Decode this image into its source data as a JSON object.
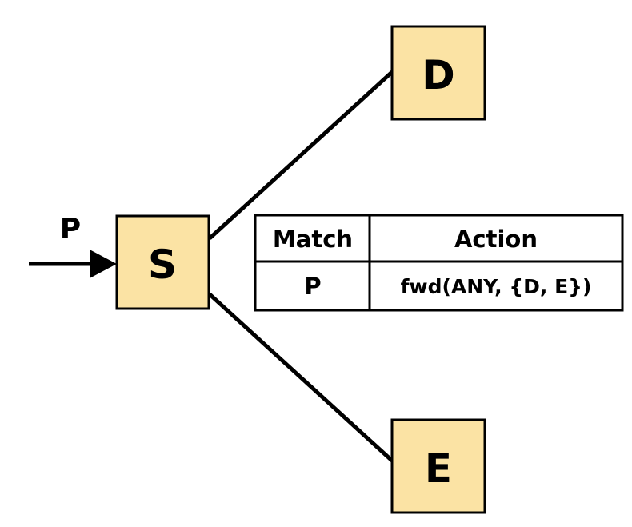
{
  "nodes": {
    "source": {
      "label": "S"
    },
    "dest_d": {
      "label": "D"
    },
    "dest_e": {
      "label": "E"
    }
  },
  "incoming_packet": {
    "label": "P"
  },
  "flow_table": {
    "headers": {
      "match": "Match",
      "action": "Action"
    },
    "rows": [
      {
        "match": "P",
        "action": "fwd(ANY, {D, E})"
      }
    ]
  },
  "colors": {
    "node_fill": "#fbe3a4",
    "stroke": "#000000"
  }
}
